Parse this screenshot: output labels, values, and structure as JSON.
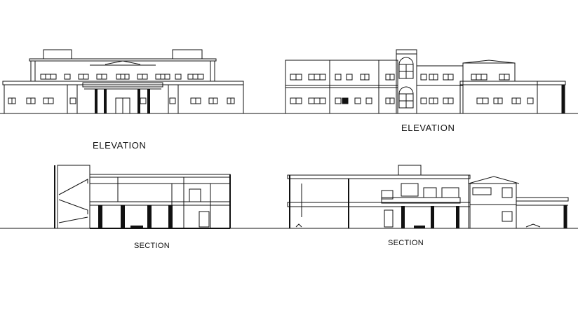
{
  "drawings": [
    {
      "id": "elevation-front",
      "caption": "ELEVATION"
    },
    {
      "id": "elevation-side",
      "caption": "ELEVATION"
    },
    {
      "id": "section-left",
      "caption": "SECTION"
    },
    {
      "id": "section-right",
      "caption": "SECTION"
    }
  ],
  "colors": {
    "line": "#111111",
    "background": "#ffffff"
  }
}
